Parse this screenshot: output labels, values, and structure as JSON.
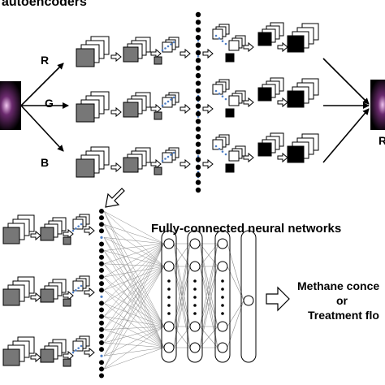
{
  "title": "autoencoders",
  "channels": [
    "R",
    "G",
    "B"
  ],
  "cropped_output_channel": "R",
  "fc_title": "Fully-connected neural networks",
  "outputs": {
    "line1": "Methane conce",
    "line2": "or",
    "line3": "Treatment flo"
  },
  "colors": {
    "block_fill": "#777777",
    "block_face": "#ffffff",
    "stroke": "#000000",
    "connection": "#8a8a8a",
    "accent_dots": "#4f7fc6",
    "flame_core": "#f2c6f0",
    "flame_glow": "#6b2a6e"
  }
}
